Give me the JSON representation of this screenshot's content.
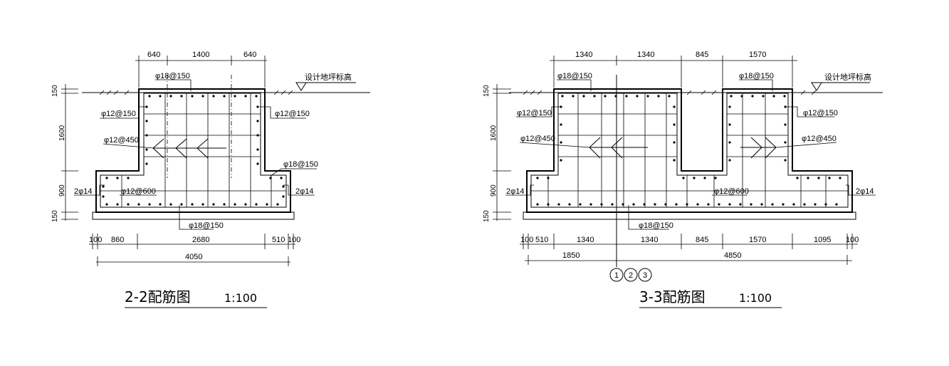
{
  "drawings": [
    {
      "id": "2-2",
      "title": "2-2配筋图",
      "scale": "1:100",
      "ground_label": "设计地坪标高",
      "top_dims": [
        "640",
        "1400",
        "640"
      ],
      "left_dims": [
        "150",
        "1600",
        "900",
        "150"
      ],
      "bottom_dims": [
        "100",
        "860",
        "2680",
        "510",
        "100"
      ],
      "total_dim": "4050",
      "rebar_labels": {
        "top": "φ18@150",
        "wall_left": "φ12@150",
        "wall_right": "φ12@150",
        "tie": "φ12@450",
        "base_right": "φ18@150",
        "base_side_left": "2φ14",
        "base_side_right": "2φ14",
        "base_mid": "φ12@600",
        "bottom": "φ18@150"
      }
    },
    {
      "id": "3-3",
      "title": "3-3配筋图",
      "scale": "1:100",
      "ground_label": "设计地坪标高",
      "top_dims": [
        "1340",
        "1340",
        "845",
        "1570"
      ],
      "left_dims": [
        "150",
        "1600",
        "900",
        "150"
      ],
      "bottom_dims": [
        "100",
        "510",
        "1340",
        "1340",
        "845",
        "1570",
        "1095",
        "100"
      ],
      "total_dims": [
        "1850",
        "4850"
      ],
      "grid_bubbles": [
        "1",
        "2",
        "3"
      ],
      "rebar_labels": {
        "top_left": "φ18@150",
        "top_right": "φ18@150",
        "wall_left": "φ12@150",
        "wall_right": "φ12@150",
        "tie_left": "φ12@450",
        "tie_right": "φ12@450",
        "base_side_left": "2φ14",
        "base_side_right": "2φ14",
        "base_mid": "φ12@600",
        "bottom": "φ18@150"
      }
    }
  ]
}
